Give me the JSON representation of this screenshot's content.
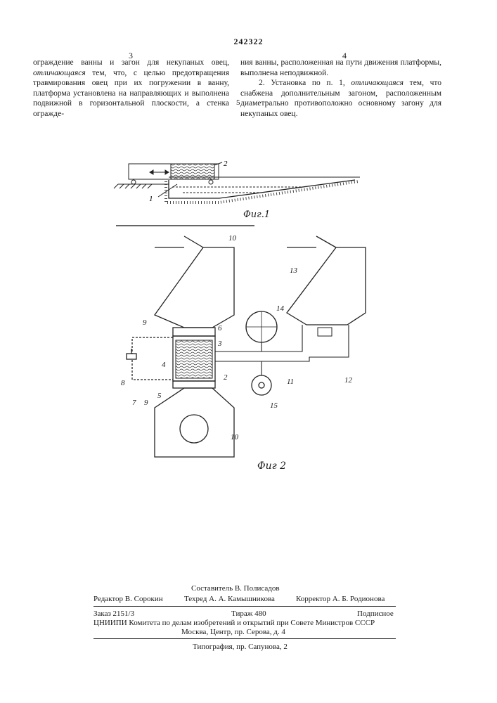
{
  "header": {
    "patent_number": "242322",
    "col_left_number": "3",
    "col_right_number": "4"
  },
  "left_column": {
    "text_before": "ограждение ванны и загон для некупаных овец, ",
    "italic_text": "отличающаяся",
    "text_after": " тем, что, с целью предотвращения травмирования овец при их погружении в ванну, платформа установлена на направляющих и выполнена подвижной в горизонтальной плоскости, а стенка огражде-"
  },
  "right_column": {
    "para1": "ния ванны, расположенная на пути движения платформы, выполнена неподвижной.",
    "para2_before": "2. Установка по п. 1, ",
    "para2_italic": "отличающаяся",
    "para2_after": " тем, что снабжена дополнительным загоном, расположенным диаметрально противоположно основному загону для некупаных овец."
  },
  "line_number": "5",
  "figure1": {
    "caption": "Фиг.1",
    "labels": {
      "platform": "2",
      "bath": "1"
    }
  },
  "figure2": {
    "caption": "Фиг 2",
    "labels": {
      "pen_top": "10",
      "pen_bottom": "10",
      "extra_pen": "13",
      "tank": "14",
      "pump": "15",
      "l9a": "9",
      "l9b": "9",
      "l6": "6",
      "l3": "3",
      "l4": "4",
      "l2": "2",
      "l8": "8",
      "l7": "7",
      "l5": "5",
      "l11": "11",
      "l12": "12"
    }
  },
  "footer": {
    "compiler": "Составитель В. Полисадов",
    "editor": "Редактор В. Сорокин",
    "techred": "Техред А. А. Камышникова",
    "corrector": "Корректор А. Б. Родионова",
    "order": "Заказ 2151/3",
    "circulation": "Тираж 480",
    "subscription": "Подписное",
    "institute": "ЦНИИПИ Комитета по делам изобретений и открытий при Совете Министров СССР",
    "address": "Москва, Центр, пр. Серова, д. 4",
    "printer": "Типография, пр. Сапунова, 2"
  }
}
